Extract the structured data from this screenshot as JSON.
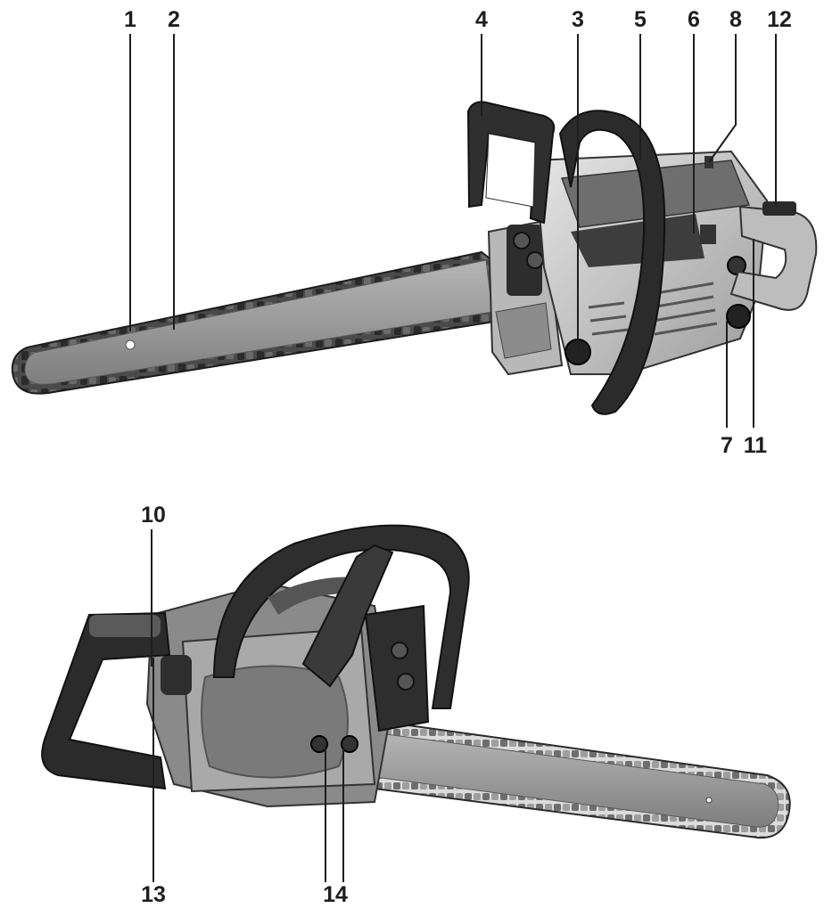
{
  "diagram": {
    "views": [
      {
        "name": "top-view",
        "callouts": [
          {
            "id": "c1",
            "text": "1"
          },
          {
            "id": "c2",
            "text": "2"
          },
          {
            "id": "c4",
            "text": "4"
          },
          {
            "id": "c3",
            "text": "3"
          },
          {
            "id": "c5",
            "text": "5"
          },
          {
            "id": "c6",
            "text": "6"
          },
          {
            "id": "c8",
            "text": "8"
          },
          {
            "id": "c12",
            "text": "12"
          },
          {
            "id": "c7",
            "text": "7"
          },
          {
            "id": "c11",
            "text": "11"
          }
        ]
      },
      {
        "name": "bottom-view",
        "callouts": [
          {
            "id": "c10",
            "text": "10"
          },
          {
            "id": "c13",
            "text": "13"
          },
          {
            "id": "c14",
            "text": "14"
          }
        ]
      }
    ],
    "colors": {
      "bar": "#9a9a9a",
      "bar_dark": "#7d7d7d",
      "chain": "#3a3a3a",
      "body_light": "#cfcfcf",
      "body_mid": "#8c8c8c",
      "handle": "#2b2b2b",
      "label": "#1e1e1e"
    }
  }
}
